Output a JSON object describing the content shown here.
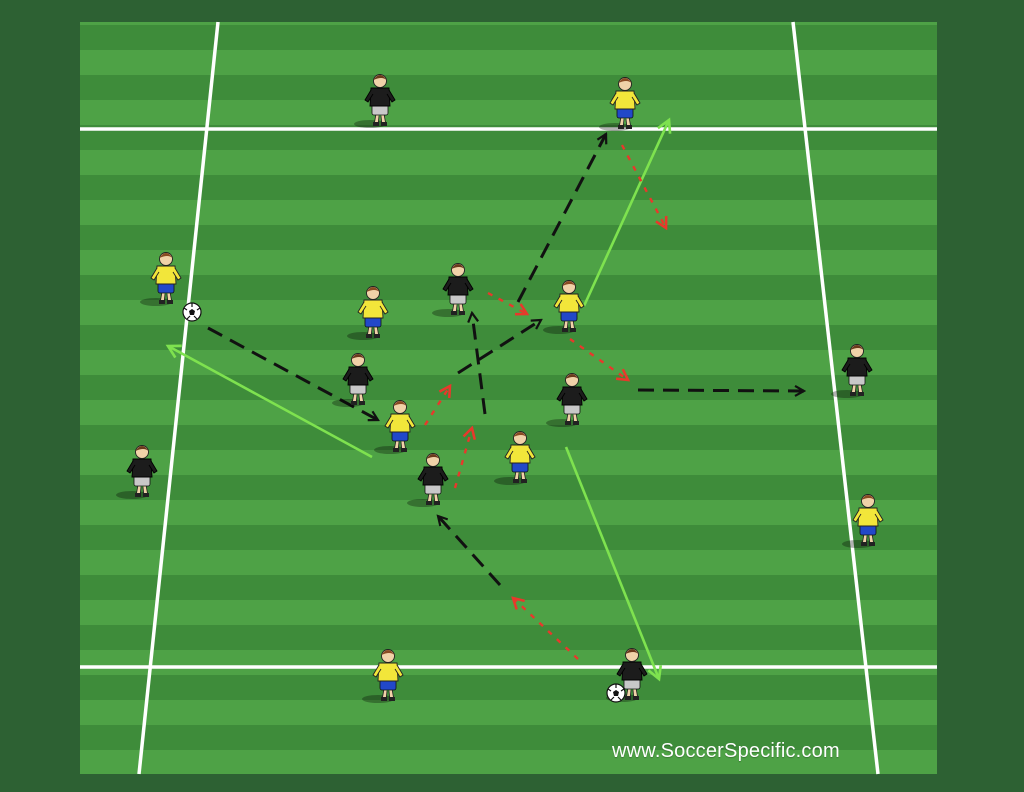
{
  "watermark": "www.SoccerSpecific.com",
  "colors": {
    "background": "#2d6133",
    "stripe_light": "#4ea246",
    "stripe_dark": "#3e8c3a",
    "lines": "#ffffff",
    "pass_arrow": "#111111",
    "run_arrow": "#e8382b",
    "green_arrow": "#7ee24f",
    "team_yellow_shirt": "#f2e63a",
    "team_yellow_shorts": "#2248c9",
    "team_black_shirt": "#1c1c1c",
    "team_black_shorts": "#c8c8c8"
  },
  "teams": {
    "yellow": {
      "shirt_color": "yellow",
      "shorts_color": "blue"
    },
    "black": {
      "shirt_color": "black",
      "shorts_color": "grey"
    }
  },
  "players": [
    {
      "id": "y-left-outside",
      "team": "yellow",
      "has_ball": true
    },
    {
      "id": "y-top-right",
      "team": "yellow",
      "has_ball": false
    },
    {
      "id": "y-bottom-left",
      "team": "yellow",
      "has_ball": false
    },
    {
      "id": "y-right-outside",
      "team": "yellow",
      "has_ball": false
    },
    {
      "id": "y-center-1",
      "team": "yellow",
      "has_ball": false
    },
    {
      "id": "y-center-2",
      "team": "yellow",
      "has_ball": false
    },
    {
      "id": "y-center-3",
      "team": "yellow",
      "has_ball": false
    },
    {
      "id": "y-center-4",
      "team": "yellow",
      "has_ball": false
    },
    {
      "id": "b-top-left",
      "team": "black",
      "has_ball": false
    },
    {
      "id": "b-left-outside",
      "team": "black",
      "has_ball": false
    },
    {
      "id": "b-right-outside",
      "team": "black",
      "has_ball": false
    },
    {
      "id": "b-bottom-right",
      "team": "black",
      "has_ball": true
    },
    {
      "id": "b-center-1",
      "team": "black",
      "has_ball": false
    },
    {
      "id": "b-center-2",
      "team": "black",
      "has_ball": false
    },
    {
      "id": "b-center-3",
      "team": "black",
      "has_ball": false
    },
    {
      "id": "b-center-4",
      "team": "black",
      "has_ball": false
    }
  ],
  "arrow_legend_kinds": [
    "pass-dashed-black",
    "run-dotted-red",
    "movement-solid-green"
  ]
}
